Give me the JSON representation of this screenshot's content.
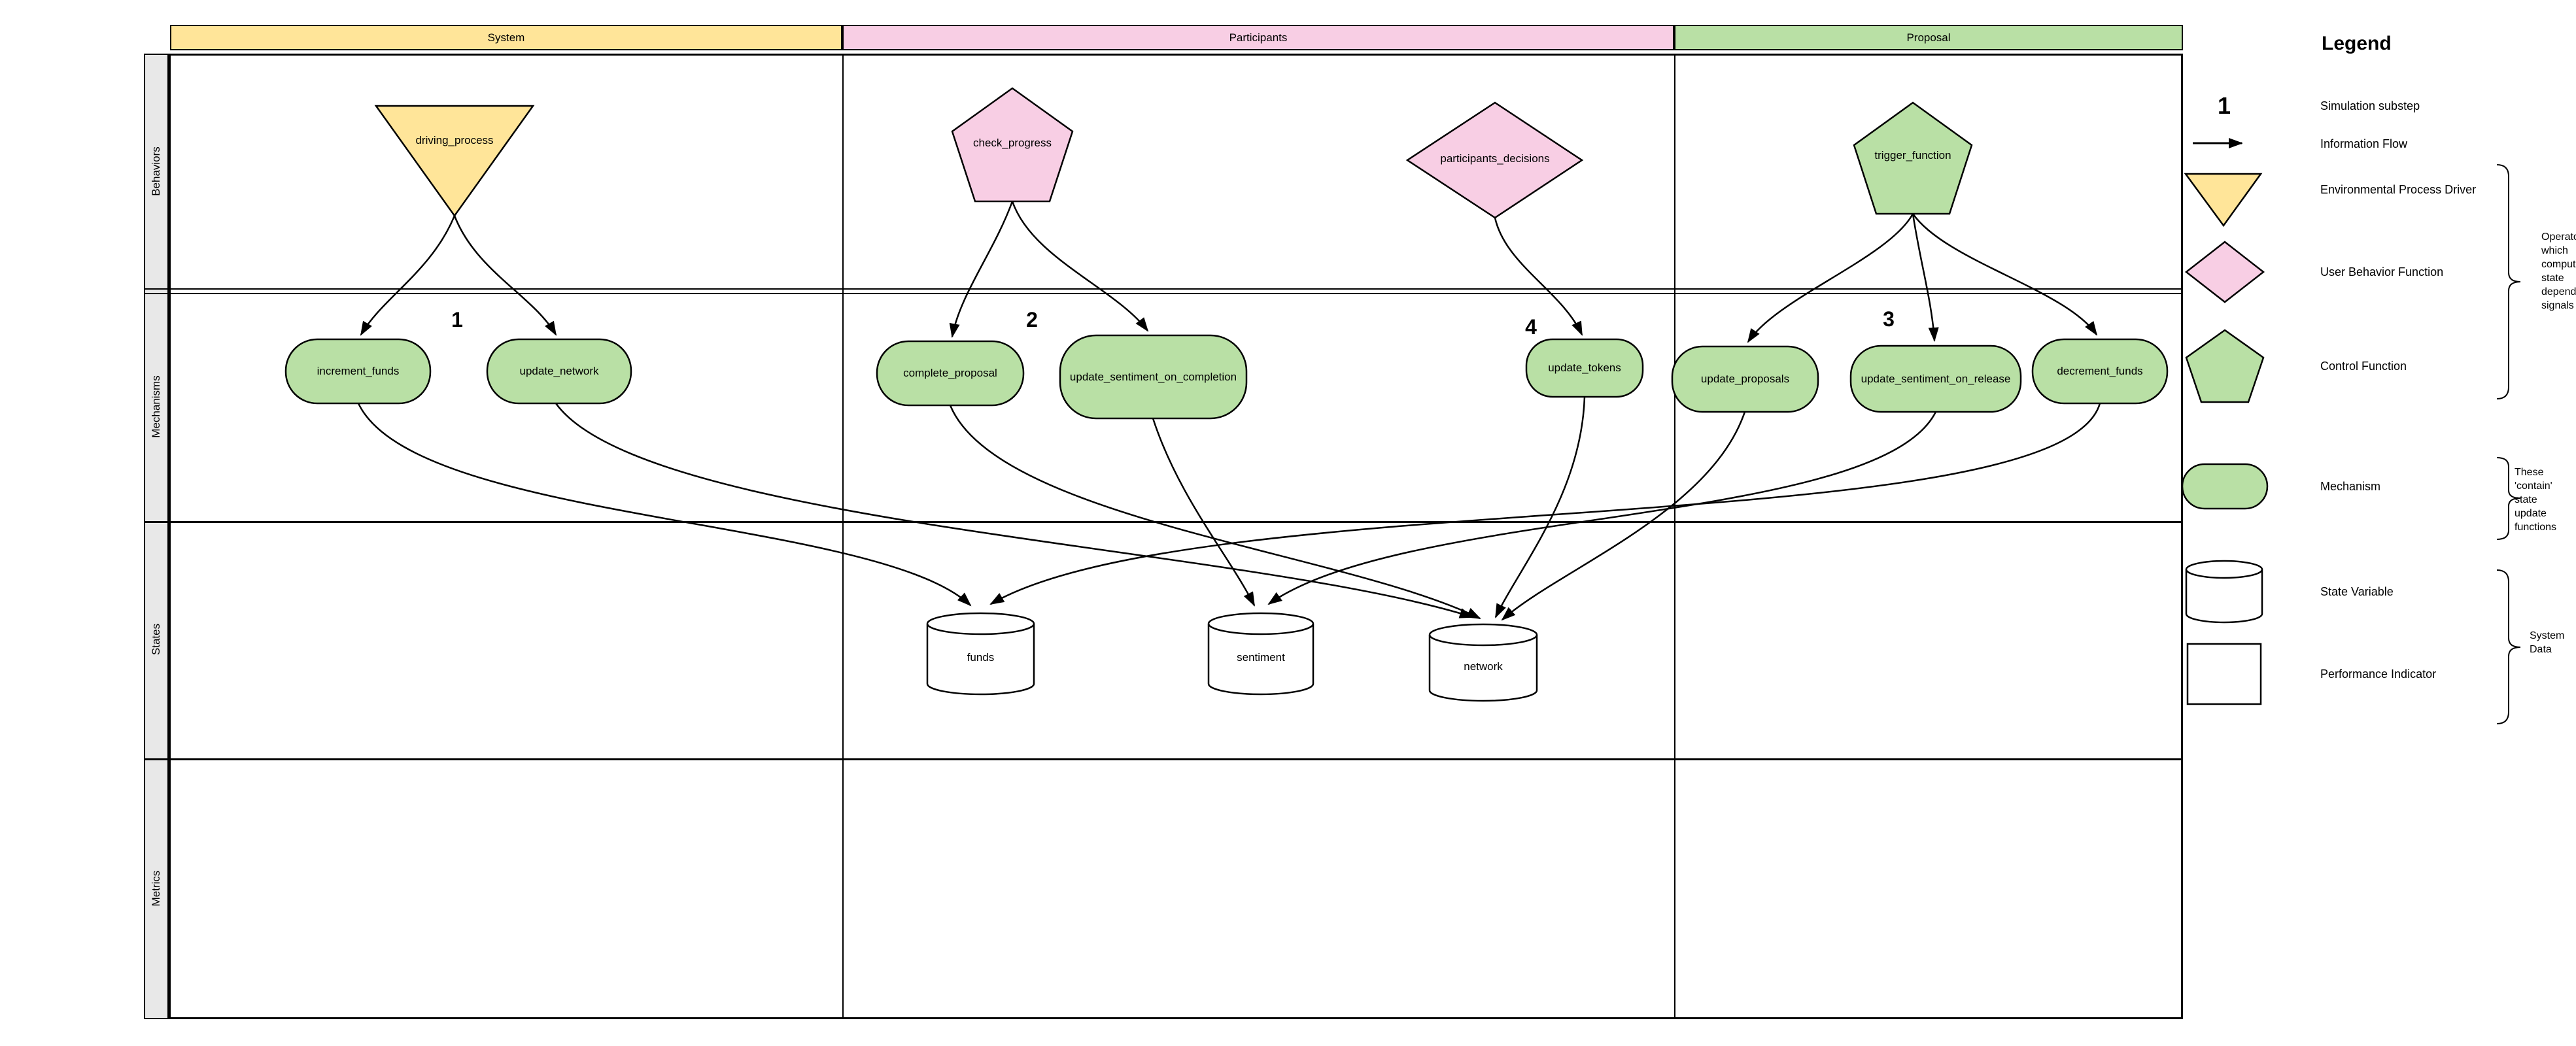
{
  "colors": {
    "environmental_yellow": "#ffe599",
    "behavior_pink": "#f8cee4",
    "mechanism_green": "#b9e0a5",
    "lane_label_bg": "#e8e8e8",
    "stroke": "#000000"
  },
  "pools": [
    {
      "label": "System"
    },
    {
      "label": "Participants"
    },
    {
      "label": "Proposal"
    }
  ],
  "lanes": [
    {
      "label": "Behaviors"
    },
    {
      "label": "Mechanisms"
    },
    {
      "label": "States"
    },
    {
      "label": "Metrics"
    }
  ],
  "behaviors": [
    {
      "label": "driving_process",
      "shape": "triangle-down"
    },
    {
      "label": "check_progress",
      "shape": "pentagon"
    },
    {
      "label": "participants_decisions",
      "shape": "diamond"
    },
    {
      "label": "trigger_function",
      "shape": "pentagon"
    }
  ],
  "substeps": [
    {
      "label": "1"
    },
    {
      "label": "2"
    },
    {
      "label": "3"
    },
    {
      "label": "4"
    }
  ],
  "mechanisms": [
    {
      "label": "increment_funds"
    },
    {
      "label": "update_network"
    },
    {
      "label": "complete_proposal"
    },
    {
      "label": "update_sentiment_on_completion"
    },
    {
      "label": "update_tokens"
    },
    {
      "label": "update_proposals"
    },
    {
      "label": "update_sentiment_on_release"
    },
    {
      "label": "decrement_funds"
    }
  ],
  "states": [
    {
      "label": "funds"
    },
    {
      "label": "sentiment"
    },
    {
      "label": "network"
    }
  ],
  "legend": {
    "title": "Legend",
    "items": [
      {
        "icon": "substep-number",
        "glyph": "1",
        "label": "Simulation substep"
      },
      {
        "icon": "arrow-right",
        "label": "Information Flow"
      },
      {
        "icon": "triangle-down",
        "label": "Environmental Process Driver"
      },
      {
        "icon": "diamond",
        "label": "User Behavior Function"
      },
      {
        "icon": "pentagon",
        "label": "Control Function"
      },
      {
        "icon": "pill",
        "label": "Mechanism"
      },
      {
        "icon": "cylinder",
        "label": "State Variable"
      },
      {
        "icon": "square",
        "label": "Performance Indicator"
      }
    ],
    "annotations": [
      {
        "text": "Operators which compute state dependent signals"
      },
      {
        "text": "These 'contain' state update functions"
      },
      {
        "text": "System Data"
      }
    ]
  }
}
